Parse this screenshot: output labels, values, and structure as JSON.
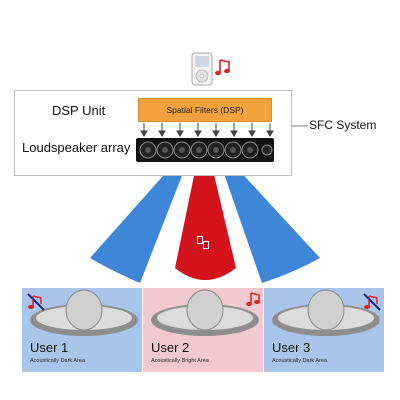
{
  "dsp_unit_label": "DSP Unit",
  "spatial_filters_label": "Spatial Filters (DSP)",
  "loudspeaker_label": "Loudspeaker array",
  "system_label": "SFC System",
  "users": [
    {
      "name": "User 1",
      "area": "Acoustically Dark Area",
      "bg": "#a9c6ea",
      "note_state": "muted"
    },
    {
      "name": "User 2",
      "area": "Acoustically Bright Area",
      "bg": "#f2c9ce",
      "note_state": "playing"
    },
    {
      "name": "User 3",
      "area": "Acoustically Dark Area",
      "bg": "#a9c6ea",
      "note_state": "muted"
    }
  ],
  "colors": {
    "beam_blue": "#3d86d8",
    "beam_red": "#d4121c",
    "filter_orange": "#f2a23c",
    "speaker_strip": "#111111"
  },
  "icons": [
    "music-player-icon",
    "music-note-icon",
    "speaker-icon",
    "person-icon",
    "muted-note-icon"
  ]
}
